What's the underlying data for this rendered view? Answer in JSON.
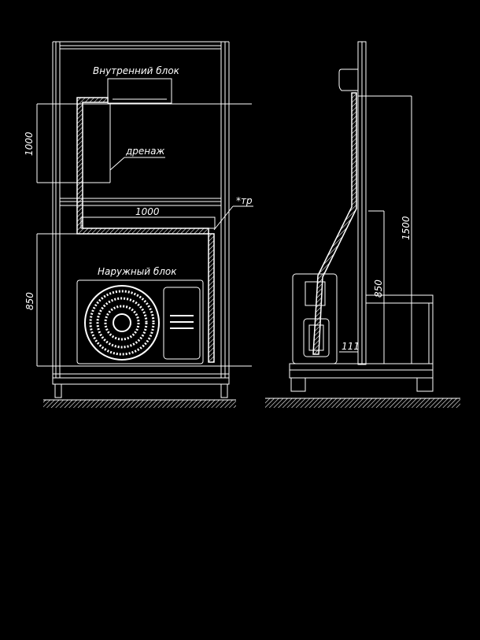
{
  "front_view": {
    "indoor_unit_label": "Внутренний блок",
    "drainage_label": "дренаж",
    "outdoor_unit_label": "Наружный блок",
    "pipe_label": "*тр",
    "dim_indoor_height": "1000",
    "dim_width": "1000",
    "dim_outdoor_height": "850"
  },
  "side_view": {
    "dim_indoor_height": "1500",
    "dim_outdoor_height": "850",
    "dim_offset": "111"
  },
  "colors": {
    "background": "#000000",
    "lines": "#ffffff"
  }
}
